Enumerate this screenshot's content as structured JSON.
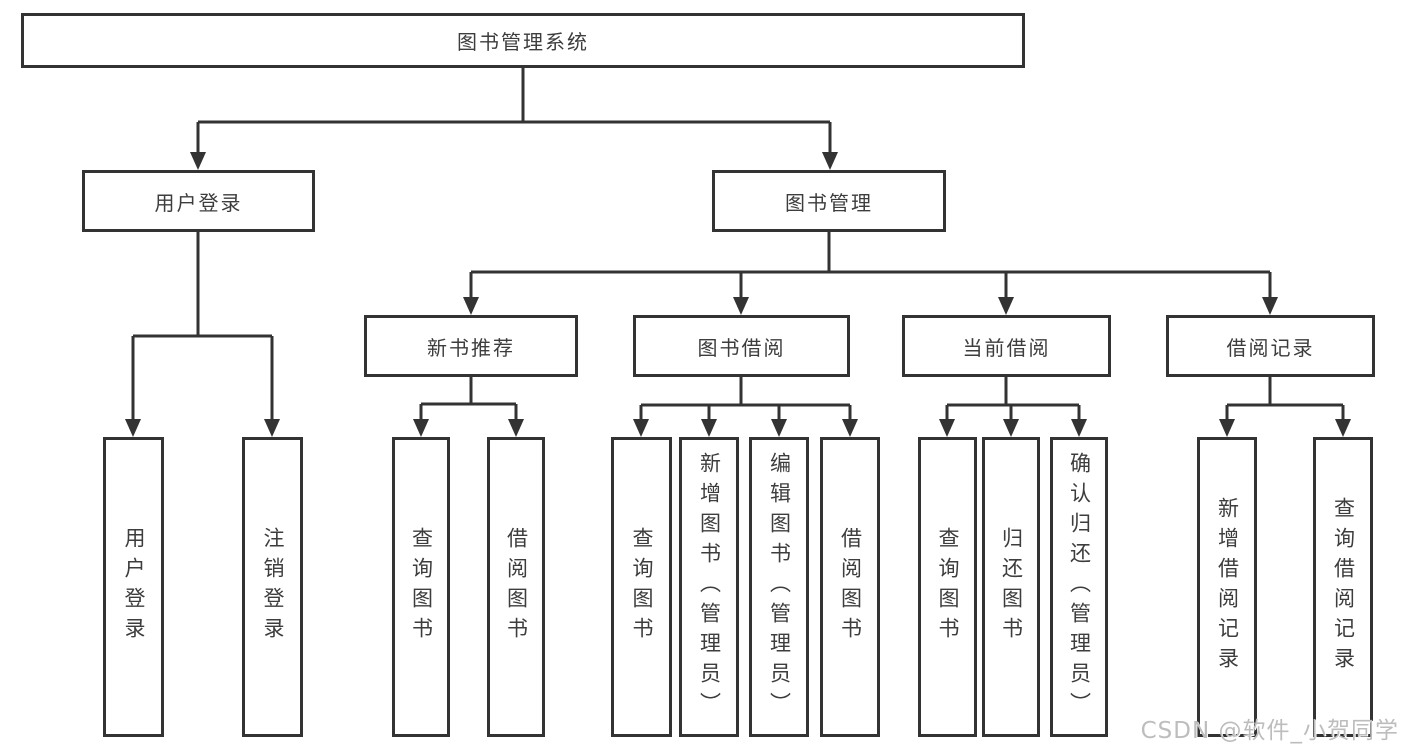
{
  "tree": {
    "label": "图书管理系统",
    "children": [
      {
        "label": "用户登录",
        "children": [
          {
            "label": "用户登录"
          },
          {
            "label": "注销登录"
          }
        ]
      },
      {
        "label": "图书管理",
        "children": [
          {
            "label": "新书推荐",
            "children": [
              {
                "label": "查询图书"
              },
              {
                "label": "借阅图书"
              }
            ]
          },
          {
            "label": "图书借阅",
            "children": [
              {
                "label": "查询图书"
              },
              {
                "label": "新增图书（管理员）"
              },
              {
                "label": "编辑图书（管理员）"
              },
              {
                "label": "借阅图书"
              }
            ]
          },
          {
            "label": "当前借阅",
            "children": [
              {
                "label": "查询图书"
              },
              {
                "label": "归还图书"
              },
              {
                "label": "确认归还（管理员）"
              }
            ]
          },
          {
            "label": "借阅记录",
            "children": [
              {
                "label": "新增借阅记录"
              },
              {
                "label": "查询借阅记录"
              }
            ]
          }
        ]
      }
    ]
  },
  "watermark": "CSDN @软件_小贺同学",
  "colors": {
    "line": "#333333",
    "box_border": "#333333",
    "box_fill": "#ffffff",
    "text": "#3d3d3d",
    "watermark": "#bdbdbd",
    "background": "#ffffff"
  }
}
